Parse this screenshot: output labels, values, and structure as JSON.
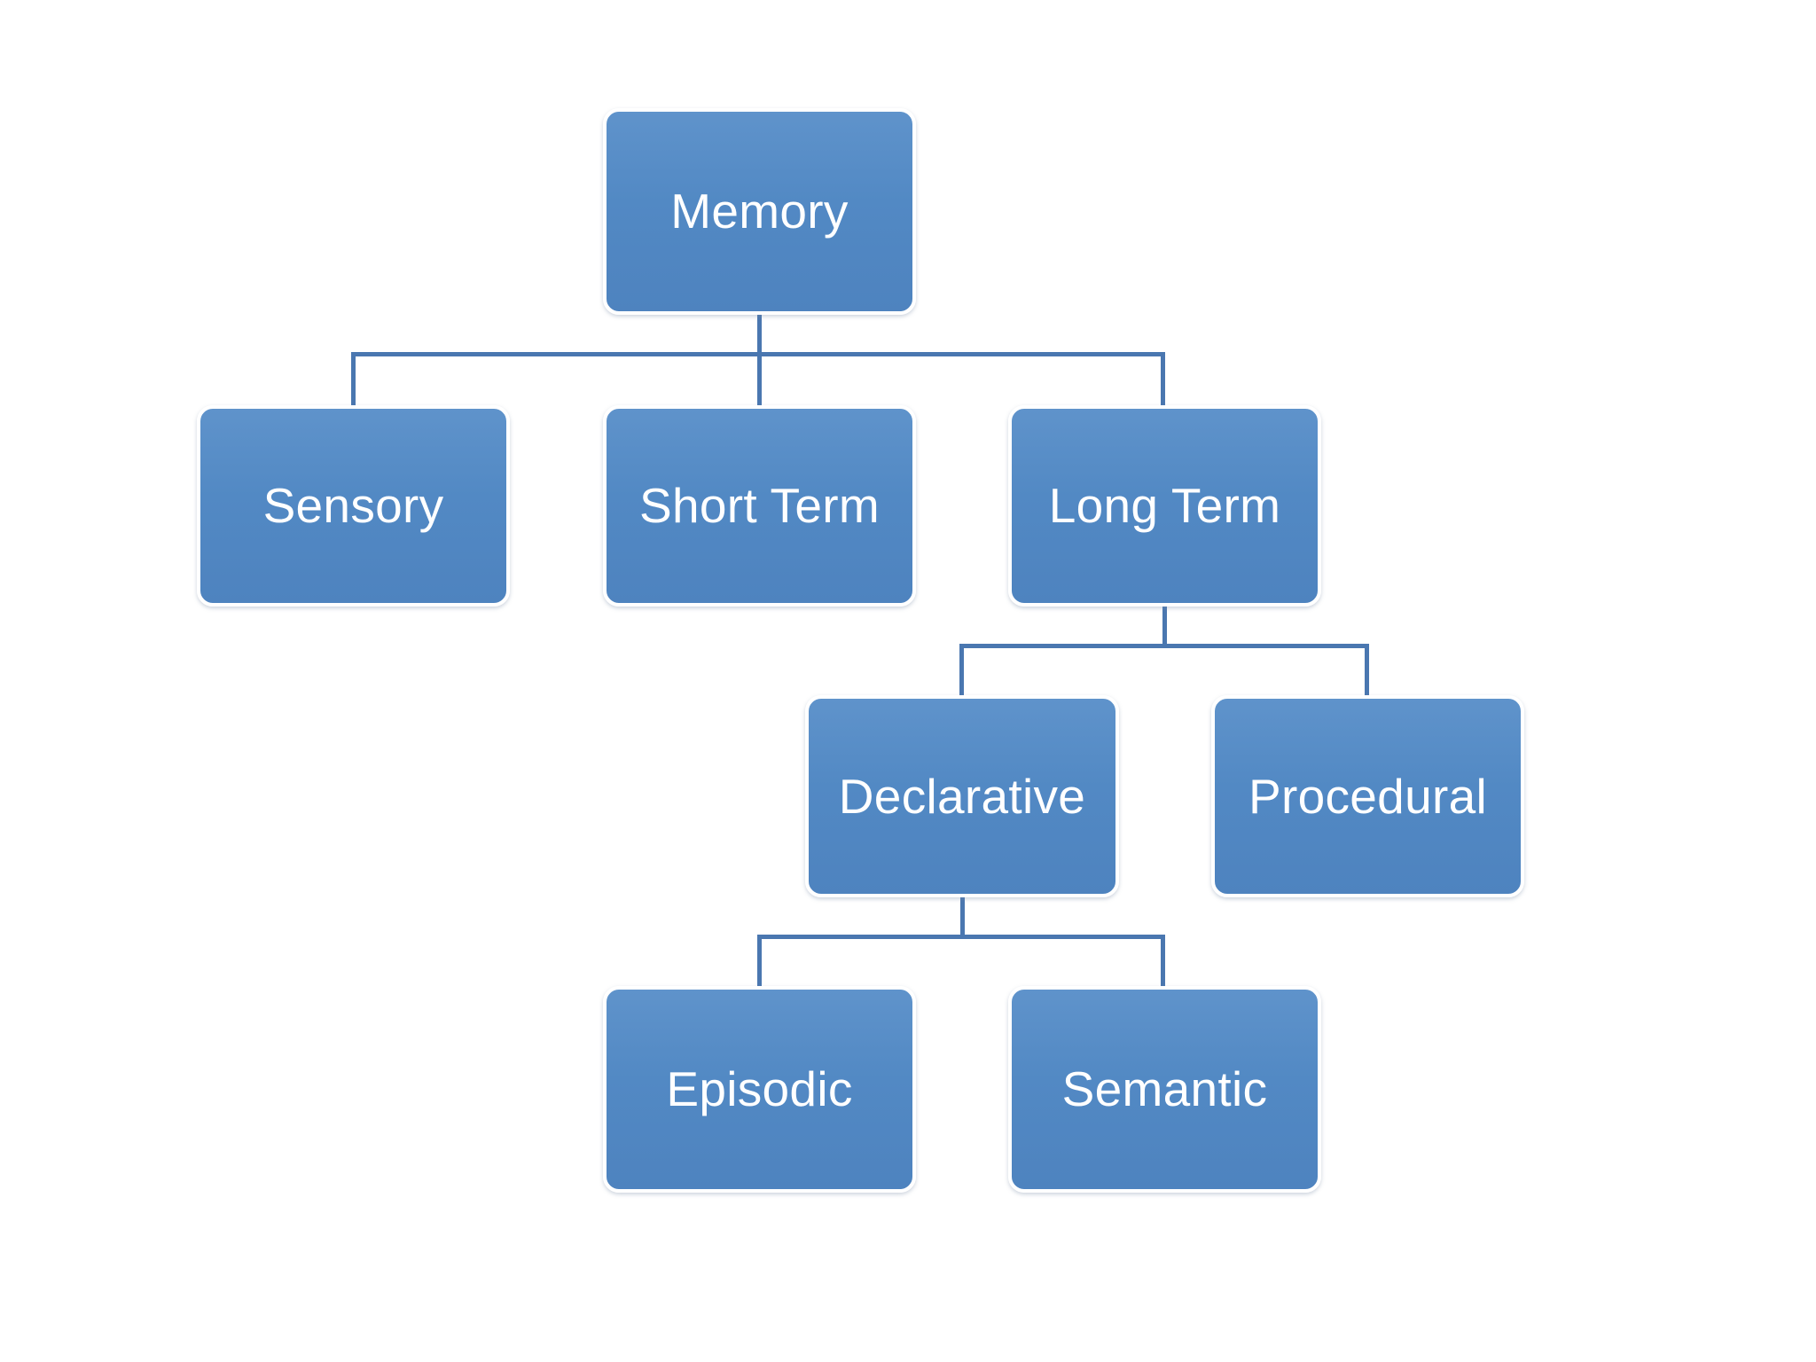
{
  "diagram": {
    "title": "Memory",
    "type": "hierarchy-tree",
    "colors": {
      "node_fill": "#5289C4",
      "node_fill_top": "#5F93CB",
      "node_fill_bottom": "#4E83BF",
      "node_border": "#FFFFFF",
      "connector": "#4A77B0",
      "label_text": "#FFFFFF",
      "background": "#FFFFFF"
    },
    "nodes": [
      {
        "id": "memory",
        "label": "Memory",
        "level": 0,
        "parent": null
      },
      {
        "id": "sensory",
        "label": "Sensory",
        "level": 1,
        "parent": "memory"
      },
      {
        "id": "short-term",
        "label": "Short Term",
        "level": 1,
        "parent": "memory"
      },
      {
        "id": "long-term",
        "label": "Long Term",
        "level": 1,
        "parent": "memory"
      },
      {
        "id": "declarative",
        "label": "Declarative",
        "level": 2,
        "parent": "long-term"
      },
      {
        "id": "procedural",
        "label": "Procedural",
        "level": 2,
        "parent": "long-term"
      },
      {
        "id": "episodic",
        "label": "Episodic",
        "level": 3,
        "parent": "declarative"
      },
      {
        "id": "semantic",
        "label": "Semantic",
        "level": 3,
        "parent": "declarative"
      }
    ],
    "edges": [
      {
        "from": "memory",
        "to": "sensory"
      },
      {
        "from": "memory",
        "to": "short-term"
      },
      {
        "from": "memory",
        "to": "long-term"
      },
      {
        "from": "long-term",
        "to": "declarative"
      },
      {
        "from": "long-term",
        "to": "procedural"
      },
      {
        "from": "declarative",
        "to": "episodic"
      },
      {
        "from": "declarative",
        "to": "semantic"
      }
    ]
  }
}
